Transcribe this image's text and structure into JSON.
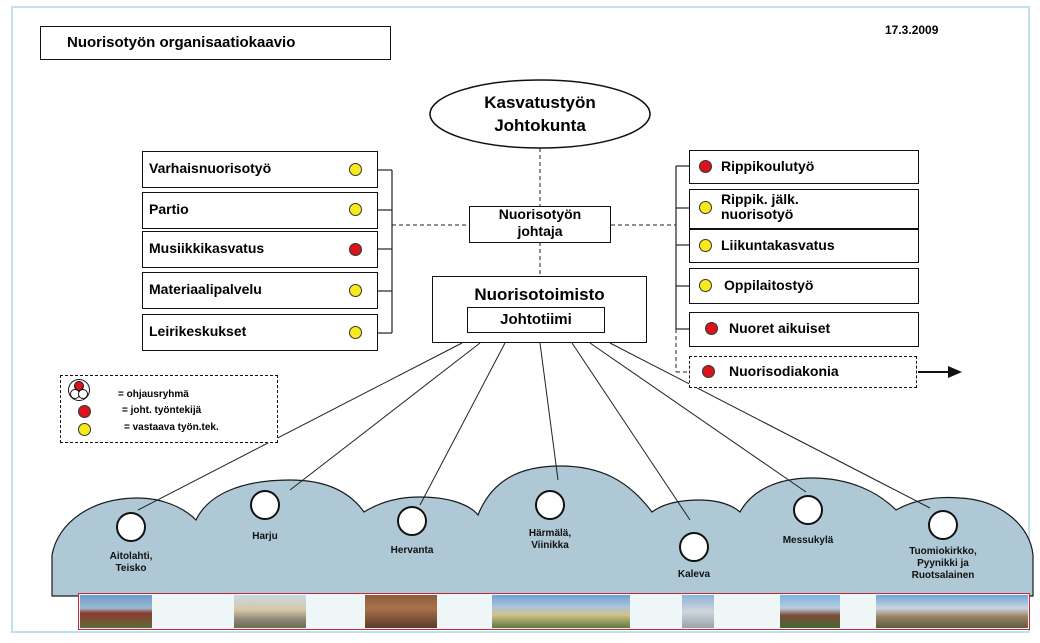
{
  "header": {
    "title": "Nuorisotyön organisaatiokaavio",
    "date": "17.3.2009"
  },
  "board": {
    "line1": "Kasvatustyön",
    "line2": "Johtokunta"
  },
  "director": {
    "line1": "Nuorisotyön",
    "line2": "johtaja"
  },
  "office": {
    "title": "Nuorisotoimisto",
    "team": "Johtotiimi"
  },
  "left_units": [
    {
      "label": "Varhaisnuorisotyö",
      "marker": "yellow"
    },
    {
      "label": "Partio",
      "marker": "yellow"
    },
    {
      "label": "Musiikkikasvatus",
      "marker": "red"
    },
    {
      "label": "Materiaalipalvelu",
      "marker": "yellow"
    },
    {
      "label": "Leirikeskukset",
      "marker": "yellow"
    }
  ],
  "right_units": [
    {
      "label": "Rippikoulutyö",
      "marker": "red"
    },
    {
      "label": "Rippik. jälk. nuorisotyö",
      "line1": "Rippik. jälk.",
      "line2": "nuorisotyö",
      "marker": "yellow"
    },
    {
      "label": "Liikuntakasvatus",
      "marker": "yellow"
    },
    {
      "label": "Oppilaitostyö",
      "marker": "yellow"
    },
    {
      "label": "Nuoret aikuiset",
      "marker": "red"
    },
    {
      "label": "Nuorisodiakonia",
      "marker": "red"
    }
  ],
  "legend": {
    "group": "= ohjausryhmä",
    "lead": "= joht. työntekijä",
    "responsible": "= vastaava työn.tek."
  },
  "parishes": [
    {
      "line1": "Aitolahti,",
      "line2": "Teisko"
    },
    {
      "line1": "Harju"
    },
    {
      "line1": "Hervanta"
    },
    {
      "line1": "Härmälä,",
      "line2": "Viinikka"
    },
    {
      "line1": "Kaleva"
    },
    {
      "line1": "Messukylä"
    },
    {
      "line1": "Tuomiokirkko,",
      "line2": "Pyynikki ja",
      "line3": "Ruotsalainen"
    }
  ],
  "colors": {
    "red_marker": "#d8141c",
    "yellow_marker": "#f6ea1b",
    "cloud": "#aec8d6",
    "frame": "#bfe3ea",
    "photo_strip_border": "#c2283a"
  }
}
